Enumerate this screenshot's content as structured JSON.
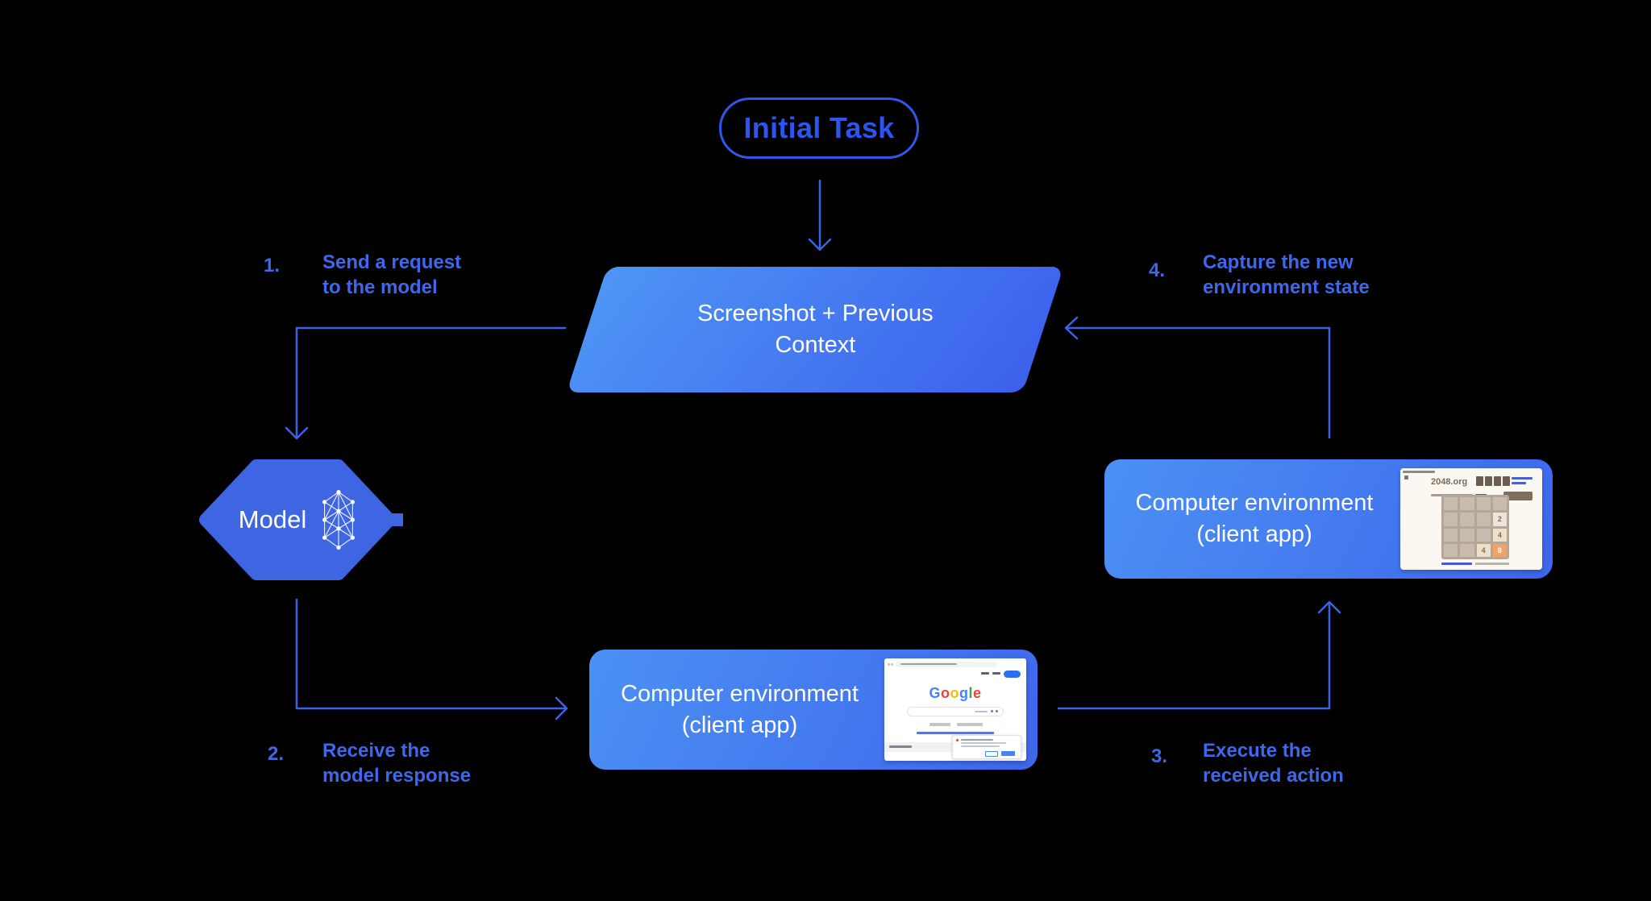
{
  "diagram_title": "computer-use agent loop",
  "colors": {
    "background": "#000000",
    "accent_line": "#3D62E8",
    "pill_border": "#2E57EB",
    "pill_text": "#2C55F0",
    "step_text": "#3E68EC",
    "shape_gradient_light": "#4E95F5",
    "shape_gradient_dark": "#3C60EC",
    "hexagon_fill": "#3E66E2",
    "tile_8_orange": "#F0A368",
    "google_blue": "#4285F4"
  },
  "nodes": {
    "initial_task": {
      "label": "Initial Task"
    },
    "context": {
      "lines": [
        "Screenshot + Previous",
        "Context"
      ]
    },
    "model": {
      "label": "Model"
    },
    "env_right": {
      "lines": [
        "Computer environment",
        "(client app)"
      ]
    },
    "env_bottom": {
      "lines": [
        "Computer environment",
        "(client app)"
      ]
    }
  },
  "steps": [
    {
      "num": "1.",
      "lines": [
        "Send a request",
        "to the model"
      ]
    },
    {
      "num": "2.",
      "lines": [
        "Receive the",
        "model response"
      ]
    },
    {
      "num": "3.",
      "lines": [
        "Execute the",
        "received action"
      ]
    },
    {
      "num": "4.",
      "lines": [
        "Capture the new",
        "environment state"
      ]
    }
  ],
  "thumbnails": {
    "game2048": {
      "site": "2048.org",
      "tiles": [
        {
          "value": "2"
        },
        {
          "value": "4"
        },
        {
          "value": "4"
        },
        {
          "value": "8"
        }
      ]
    },
    "google": {
      "logo": [
        {
          "ch": "G",
          "color": "#4285F4"
        },
        {
          "ch": "o",
          "color": "#EA4335"
        },
        {
          "ch": "o",
          "color": "#FBBC05"
        },
        {
          "ch": "g",
          "color": "#4285F4"
        },
        {
          "ch": "l",
          "color": "#34A853"
        },
        {
          "ch": "e",
          "color": "#EA4335"
        }
      ]
    }
  }
}
